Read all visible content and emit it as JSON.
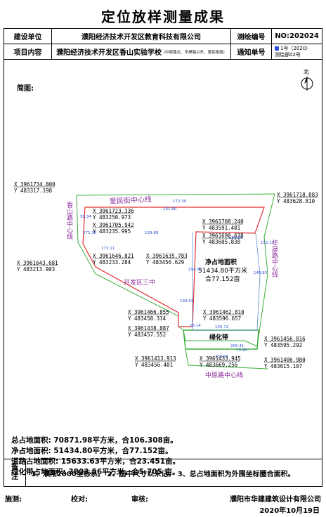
{
  "title": "定位放样测量成果",
  "header": {
    "builder_label": "建设单位",
    "builder_value": "濮阳经济技术开发区教育科技有限公司",
    "survey_no_label": "测绘编号",
    "survey_no_value": "NO:202024",
    "project_label": "项目内容",
    "project_value": "濮阳经济技术开发区香山实验学校",
    "project_note": "(中原路北、华晟路以东、爱民街南)",
    "notice_label": "通知单号",
    "notice_value_1": "1号（2020）",
    "notice_value_2": "测绘部02号"
  },
  "map": {
    "sketch_label": "简图:",
    "north_label": "北",
    "streets": {
      "aimin": "爱民街中心线",
      "xiangshan": "香山路中心线",
      "huasheng": "华晟路中心线",
      "zhongyuan": "中原路中心线"
    },
    "school_label": "开发区三中",
    "net_area_label_1": "净占地面积",
    "net_area_label_2": "51434.80平方米",
    "net_area_label_3": "合77.152亩",
    "green_label": "绿化带",
    "coords": [
      {
        "x": "X 3961734.800",
        "y": "Y 483317.198"
      },
      {
        "x": "X 3961718.883",
        "y": "Y 483628.810"
      },
      {
        "x": "X 3961723.336",
        "y": "Y 483250.973"
      },
      {
        "x": "X 3961705.942",
        "y": "Y 483235.995"
      },
      {
        "x": "X 3961708.240",
        "y": "Y 483591.401"
      },
      {
        "x": "X 3961690.638",
        "y": "Y 483605.838"
      },
      {
        "x": "X 3961646.821",
        "y": "Y 483233.284"
      },
      {
        "x": "X 3961635.783",
        "y": "Y 483456.629"
      },
      {
        "x": "X 3961643.681",
        "y": "Y 483213.903"
      },
      {
        "x": "X 3961466.855",
        "y": "Y 483458.334"
      },
      {
        "x": "X 3961462.810",
        "y": "Y 483596.657"
      },
      {
        "x": "X 3961438.887",
        "y": "Y 483457.552"
      },
      {
        "x": "X 3961456.816",
        "y": "Y 483595.292"
      },
      {
        "x": "X 3961413.913",
        "y": "Y 483456.401"
      },
      {
        "x": "X 3961433.945",
        "y": "Y 483669.256"
      },
      {
        "x": "X 3961406.980",
        "y": "Y 483615.107"
      }
    ],
    "dims": [
      "172.30",
      "161.80",
      "129.88",
      "271.36",
      "173.11",
      "186.84",
      "152.11",
      "194.00",
      "149.82",
      "28.14",
      "155.72",
      "205.41",
      "232.01",
      "73.90",
      "193.63",
      "56.34"
    ]
  },
  "summary": [
    "总占地面积:  70871.98平方米，合106.308亩。",
    "净占地面积:  51434.80平方米，合77.152亩。",
    "道路占地面积: 15633.63平方米，合23.451亩。",
    "绿化带占地面积: 3803.56平方米，合5.705 亩。"
  ],
  "notes": {
    "label_1": "备",
    "label_2": "注",
    "text": "1、濮阳2000坐标系。 2、图中尺寸以米记。 3、总占地面积为外围坐标圈合面积。"
  },
  "footer": {
    "surveyor": "施测:",
    "checker": "校对:",
    "reviewer": "审核:",
    "company": "濮阳市华建建筑设计有限公司",
    "date": "2020年10月19日"
  },
  "colors": {
    "road": "#e03030",
    "net": "#5b8ecf",
    "green": "#3cae3c",
    "street": "#8a2a9a",
    "ink": "#000000"
  }
}
